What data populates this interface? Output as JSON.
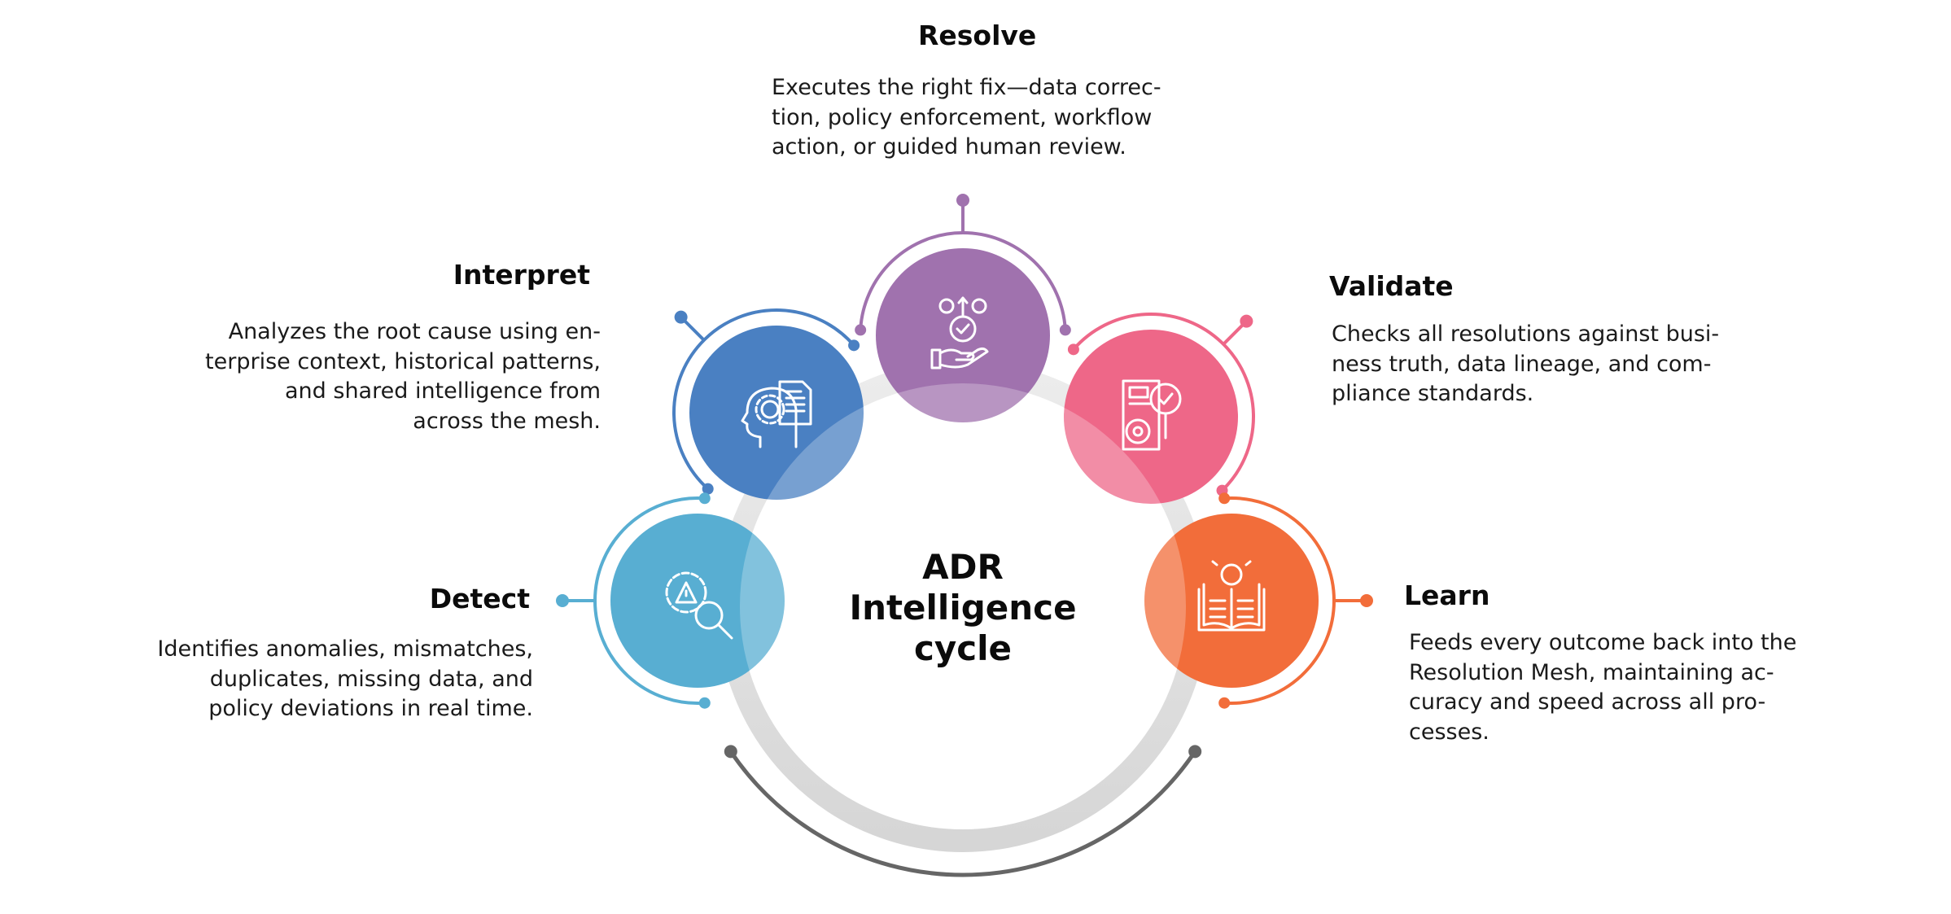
{
  "center": {
    "lines": [
      "ADR",
      "Intelligence",
      "cycle"
    ]
  },
  "stages": [
    {
      "id": "resolve",
      "title": "Resolve",
      "icon": "hand-gears-check-icon",
      "color": "#A072AE",
      "description": [
        "Executes the right fix—data correc-",
        "tion, policy enforcement, workflow",
        "action, or guided human review."
      ]
    },
    {
      "id": "interpret",
      "title": "Interpret",
      "icon": "head-gear-document-icon",
      "color": "#4A80C2",
      "description": [
        "Analyzes the root cause using en-",
        "terprise context, historical patterns,",
        "and shared intelligence from",
        "across the mesh."
      ]
    },
    {
      "id": "validate",
      "title": "Validate",
      "icon": "report-gear-magnifier-icon",
      "color": "#EE6788",
      "description": [
        "Checks all resolutions against busi-",
        "ness truth, data lineage, and com-",
        "pliance standards."
      ]
    },
    {
      "id": "detect",
      "title": "Detect",
      "icon": "gear-warning-magnifier-icon",
      "color": "#58AED2",
      "description": [
        "Identifies anomalies, mismatches,",
        "duplicates, missing data, and",
        "policy deviations in real time."
      ]
    },
    {
      "id": "learn",
      "title": "Learn",
      "icon": "book-lightbulb-icon",
      "color": "#F26D3A",
      "description": [
        "Feeds every outcome back into the",
        "Resolution Mesh, maintaining ac-",
        "curacy and speed across all pro-",
        "cesses."
      ]
    }
  ],
  "colors": {
    "ring": "#E4E4E4",
    "loop_arc": "#666666"
  }
}
